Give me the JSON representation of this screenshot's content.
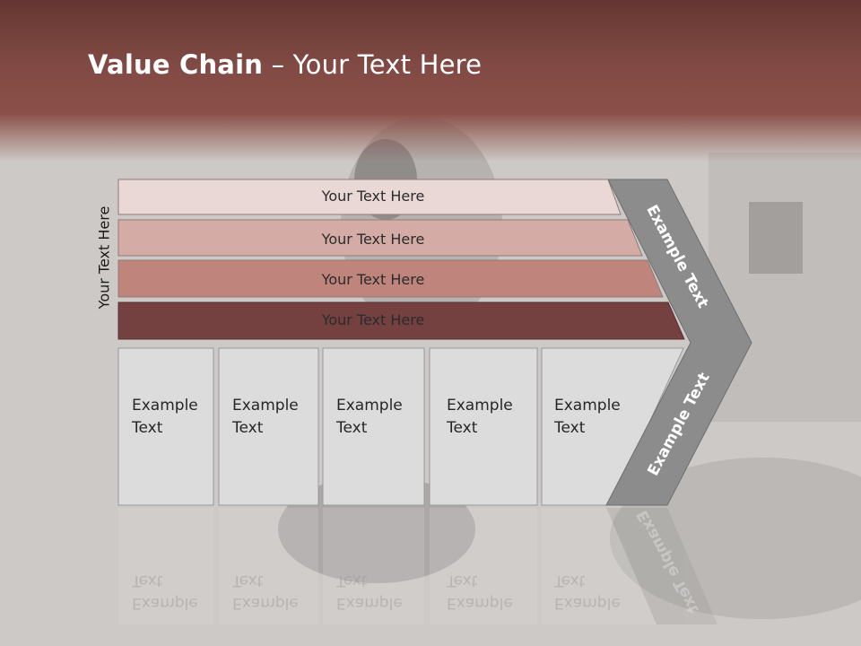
{
  "slide": {
    "title_bold": "Value Chain",
    "title_rest": " – Your Text Here",
    "side_label": "Your Text Here"
  },
  "rows": [
    {
      "label": "Your Text Here",
      "color": "#ead8d6"
    },
    {
      "label": "Your Text Here",
      "color": "#d4aba5"
    },
    {
      "label": "Your Text Here",
      "color": "#bf847b"
    },
    {
      "label": "Your Text Here",
      "color": "#744040"
    }
  ],
  "boxes": [
    {
      "line1": "Example",
      "line2": "Text"
    },
    {
      "line1": "Example",
      "line2": "Text"
    },
    {
      "line1": "Example",
      "line2": "Text"
    },
    {
      "line1": "Example",
      "line2": "Text"
    },
    {
      "line1": "Example",
      "line2": "Text"
    }
  ],
  "chevron": {
    "upper_text": "Example Text",
    "lower_text": "Example Text",
    "color": "#8c8c8c"
  },
  "colors": {
    "header": "#7d4741",
    "box_fill": "#dcdcdc"
  }
}
